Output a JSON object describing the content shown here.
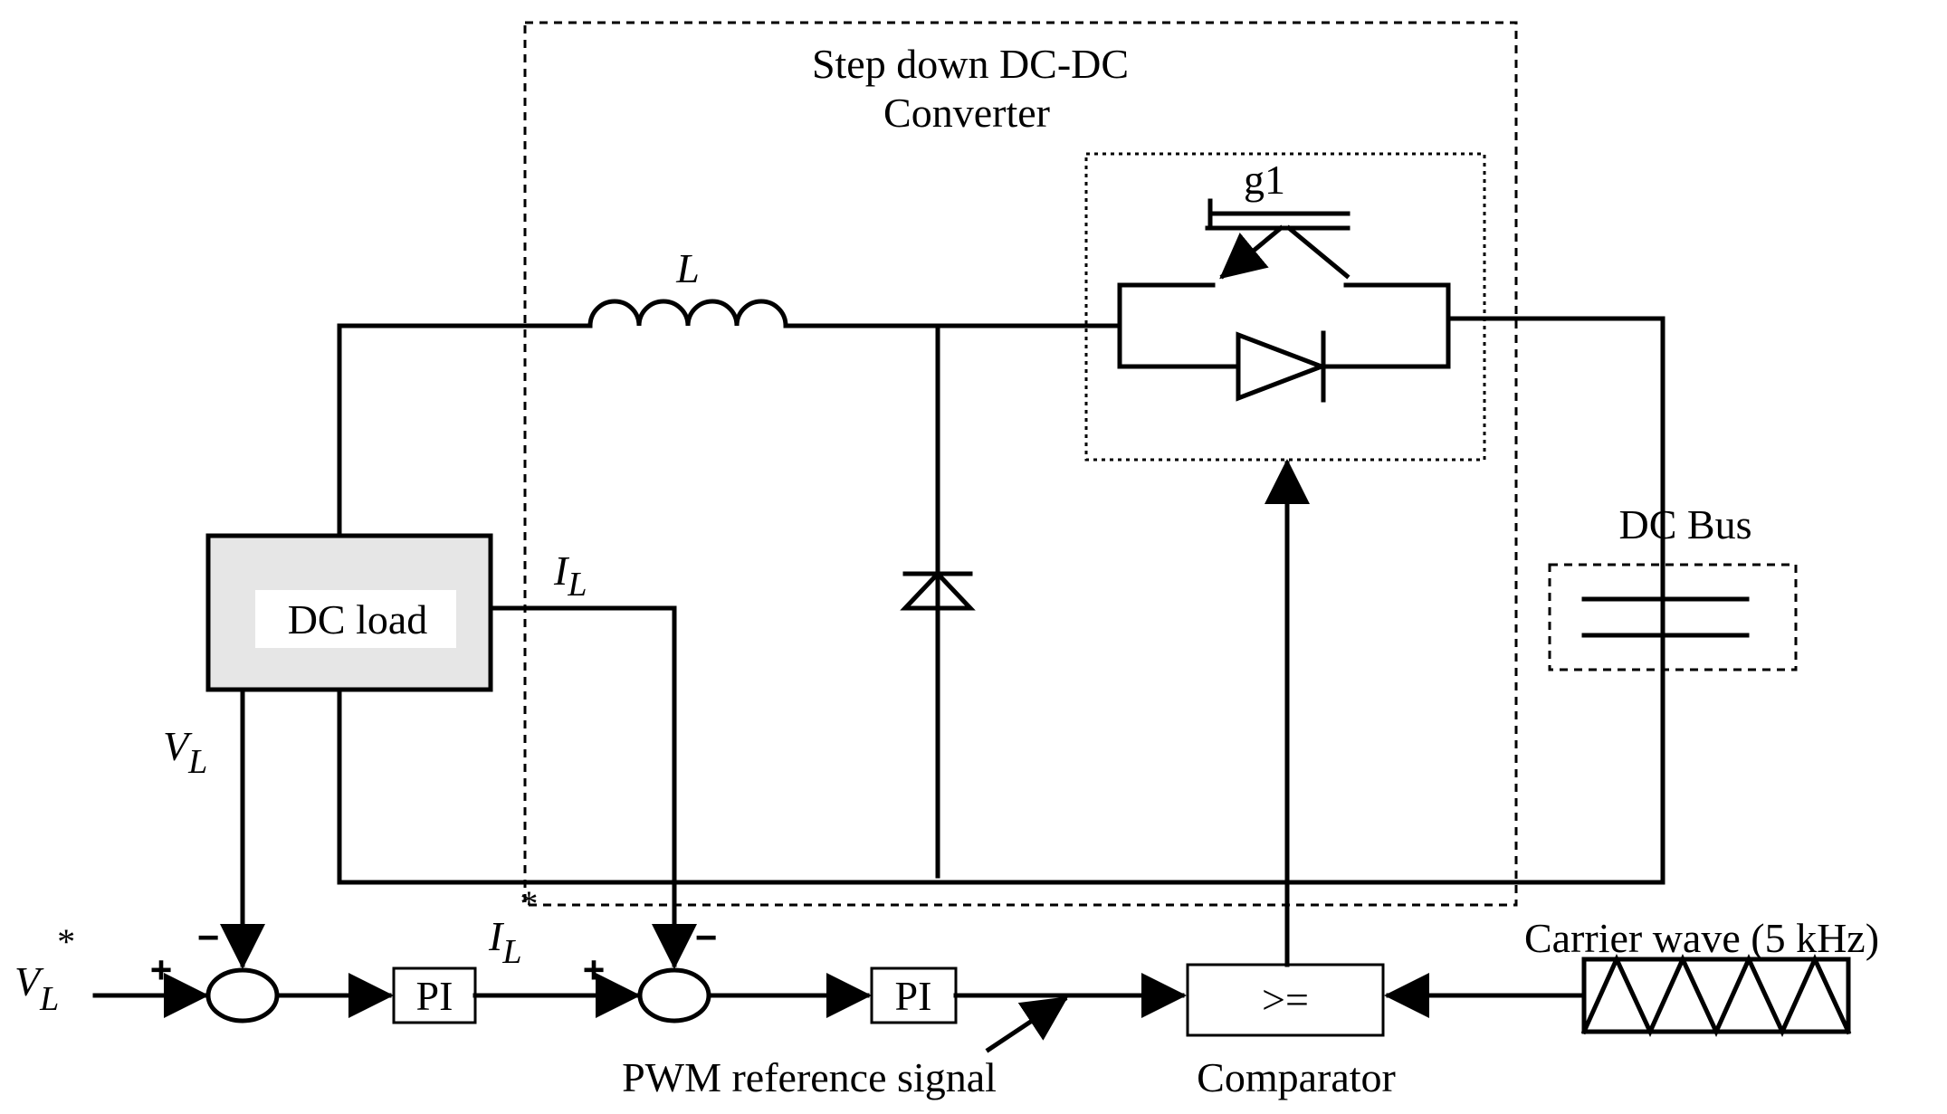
{
  "labels": {
    "converter_title_line1": "Step down DC-DC",
    "converter_title_line2": "Converter",
    "gate": "g1",
    "inductor": "L",
    "dc_bus": "DC Bus",
    "dc_load": "DC load",
    "current_symbol": "I",
    "current_subscript": "L",
    "voltage_symbol": "V",
    "voltage_subscript": "L",
    "reference_star": "*",
    "plus": "+",
    "minus": "−",
    "pi": "PI",
    "comparator_symbol": ">=",
    "carrier_wave": "Carrier wave (5 kHz)",
    "pwm_reference": "PWM reference signal",
    "comparator": "Comparator"
  }
}
